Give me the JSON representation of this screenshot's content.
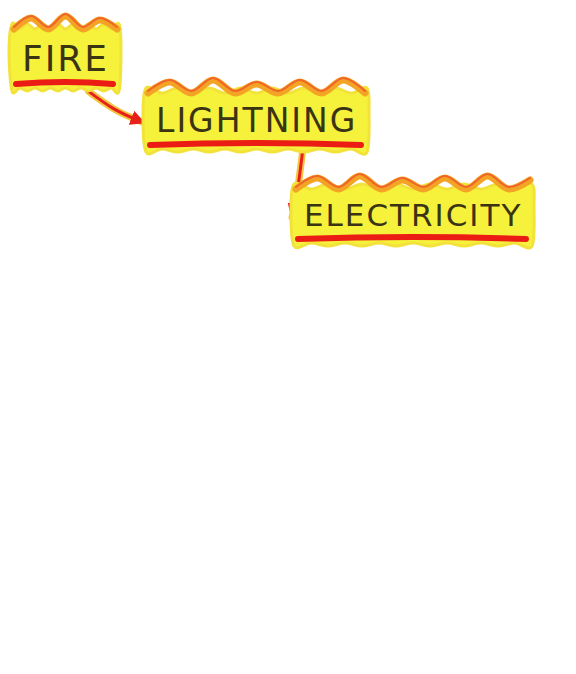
{
  "diagram": {
    "nodes": [
      {
        "text": [
          "FIRE"
        ]
      },
      {
        "text": [
          "LIGHTNING"
        ]
      },
      {
        "text": [
          "ELECTRICITY"
        ]
      }
    ],
    "edges": [
      {
        "from": 0,
        "to": 1,
        "arrow": "to"
      },
      {
        "from": 1,
        "to": 2,
        "arrow": "to"
      }
    ]
  }
}
